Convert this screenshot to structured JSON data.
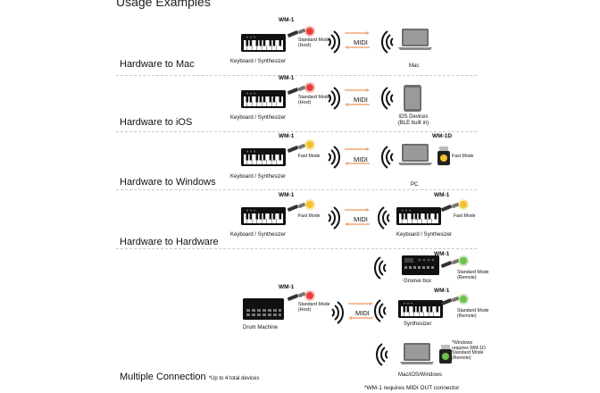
{
  "page": {
    "title": "Usage Examples",
    "footnote": "*WM-1 requires MIDI OUT connector"
  },
  "colors": {
    "red_led": "#e8413a",
    "yellow_led": "#f2c12e",
    "green_led": "#6cc24a",
    "arrow": "#f0a878"
  },
  "common": {
    "midi": "MIDI",
    "wm1": "WM-1",
    "wm1d": "WM-1D",
    "standard_host": "Standard Mode\n(Host)",
    "standard_remote": "Standard Mode\n(Remote)",
    "fast_mode": "Fast Mode",
    "keyboard": "Keyboard / Synthesizer"
  },
  "sections": [
    {
      "label": "Hardware to Mac",
      "left": "Keyboard / Synthesizer",
      "right": "Mac"
    },
    {
      "label": "Hardware to iOS",
      "left": "Keyboard / Synthesizer",
      "right": "iOS Devices\n(BLE built in)"
    },
    {
      "label": "Hardware to Windows",
      "left": "Keyboard / Synthesizer",
      "right": "PC"
    },
    {
      "label": "Hardware to Hardware",
      "left": "Keyboard / Synthesizer",
      "right": "Keyboard / Synthesizer"
    },
    {
      "label": "Multiple Connection",
      "label_note": "*Up to 4 total devices",
      "left": "Drum  Machine",
      "targets": [
        "Groove box",
        "Synthesizer",
        "Mac/iOS/Windows"
      ],
      "windows_note": "*Windows\nrequires WM-1D\nStandard Mode\n(Remote)"
    }
  ]
}
